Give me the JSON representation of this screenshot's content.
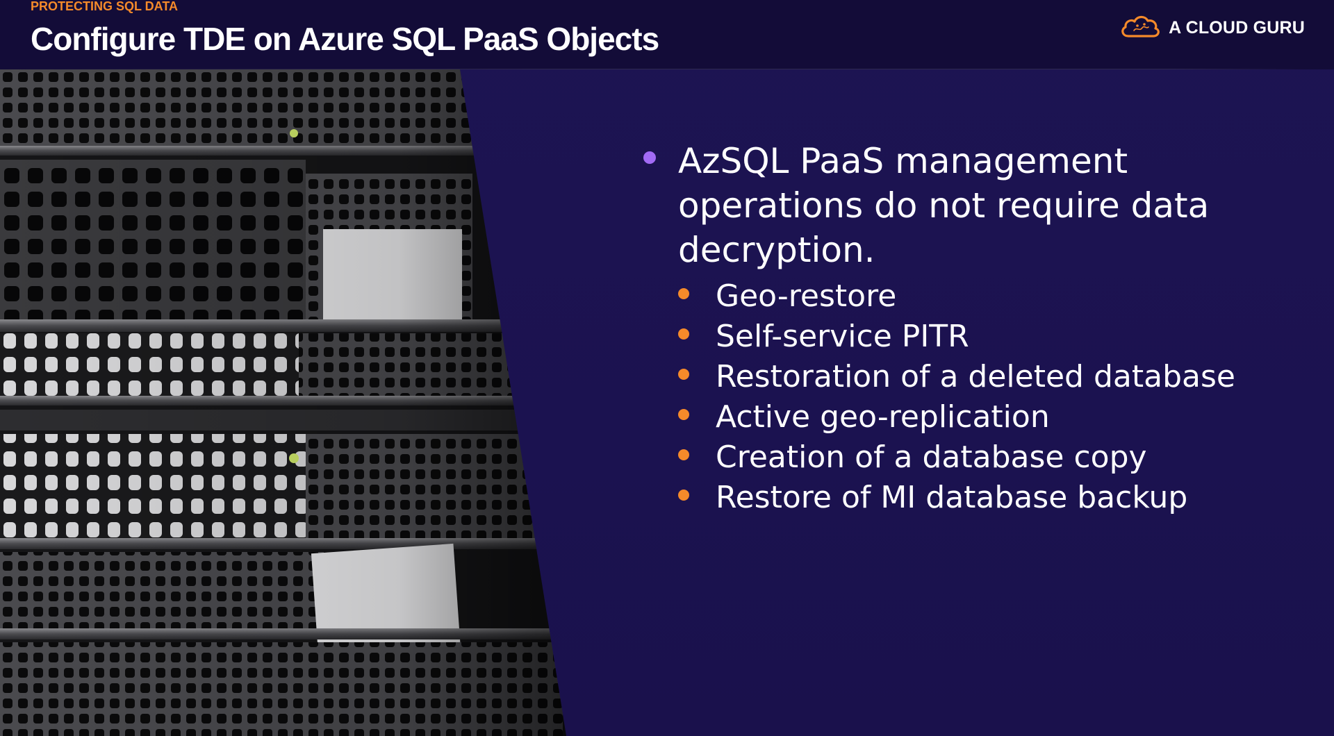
{
  "header": {
    "eyebrow": "PROTECTING SQL DATA",
    "title": "Configure TDE on Azure SQL PaaS Objects",
    "brand": "A CLOUD GURU"
  },
  "content": {
    "main_bullet": "AzSQL PaaS management operations do not require data decryption.",
    "sub_bullets": [
      "Geo-restore",
      "Self-service PITR",
      "Restoration of a deleted database",
      "Active geo-replication",
      "Creation of a database copy",
      "Restore of MI database backup"
    ]
  },
  "colors": {
    "background": "#1c1352",
    "header": "#130c38",
    "accent_orange": "#f58a2a",
    "accent_purple": "#a26bf5"
  },
  "icons": {
    "brand_logo": "cloud-icon",
    "photo": "server-rack-image"
  }
}
